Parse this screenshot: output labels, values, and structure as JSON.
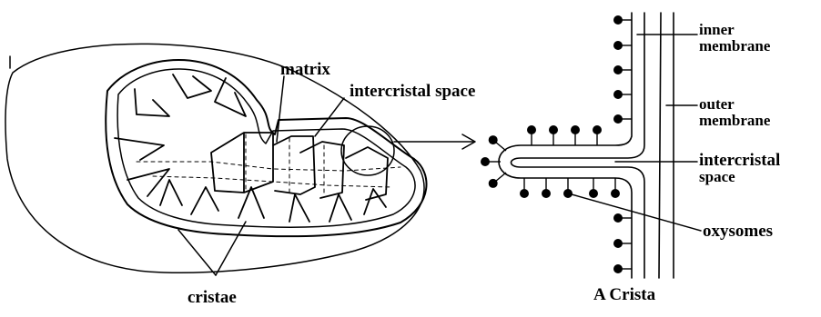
{
  "labels": {
    "matrix": "matrix",
    "intercristal_space_left": "intercristal space",
    "cristae": "cristae",
    "inner_membrane_line1": "inner",
    "inner_membrane_line2": "membrane",
    "outer_membrane_line1": "outer",
    "outer_membrane_line2": "membrane",
    "intercristal_space_right_line1": "intercristal",
    "intercristal_space_right_line2": "space",
    "oxysomes": "oxysomes",
    "caption": "A Crista"
  },
  "colors": {
    "ink": "#000000",
    "background": "#ffffff"
  }
}
